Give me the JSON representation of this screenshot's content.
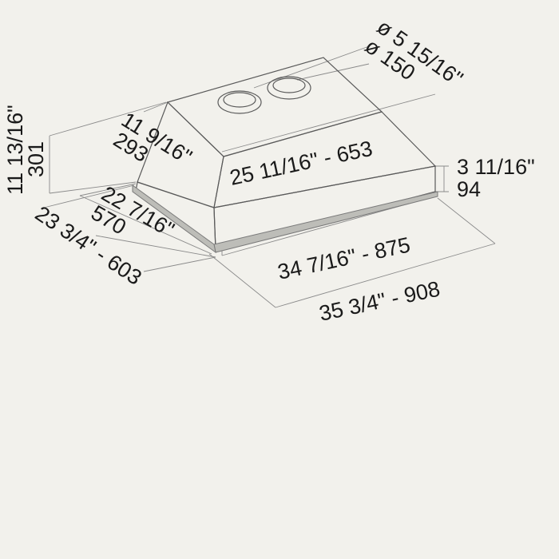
{
  "diagram": {
    "colors": {
      "background": "#f2f1ec",
      "line": "#5a5a5a",
      "text": "#1a1a1a",
      "flange": "#bdbdb8"
    },
    "dimensions": {
      "duct_diameter_in": "ø 5 15/16\"",
      "duct_diameter_mm": "ø 150",
      "total_height_in": "11 13/16\"",
      "total_height_mm": "301",
      "body_depth_in": "11 9/16\"",
      "body_depth_mm": "293",
      "body_width": "25 11/16\" - 653",
      "flange_height_in": "3 11/16\"",
      "flange_height_mm": "94",
      "inner_depth_in": "22 7/16\"",
      "inner_depth_mm": "570",
      "outer_depth": "23 3/4\" - 603",
      "inner_width": "34 7/16\" - 875",
      "outer_width": "35 3/4\" - 908"
    }
  }
}
